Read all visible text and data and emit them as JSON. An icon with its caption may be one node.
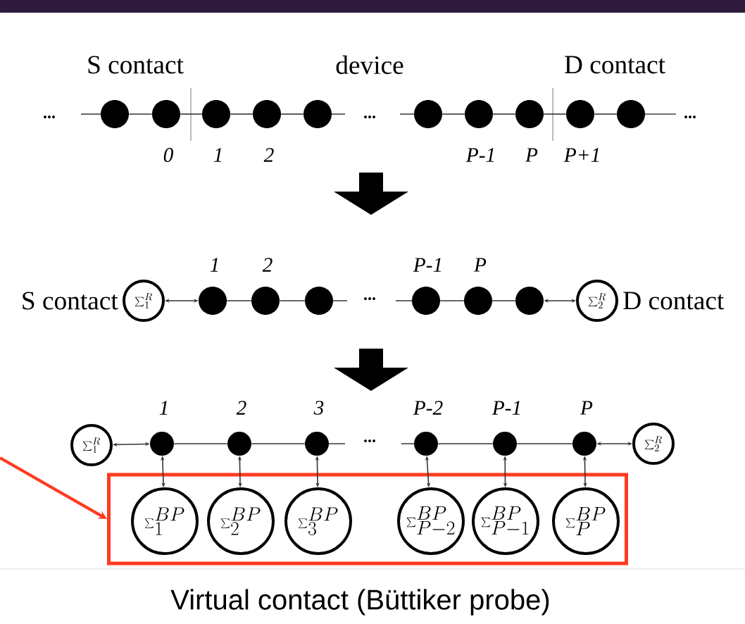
{
  "diagram": {
    "caption": "Virtual contact (Büttiker probe)",
    "nodes": [
      {
        "text": [],
        "shape": "circle"
      },
      {
        "text": [],
        "shape": "circle",
        "beside": [
          "0"
        ]
      },
      {
        "text": [],
        "shape": "circle",
        "beside": [
          "1"
        ]
      },
      {
        "text": [],
        "shape": "circle",
        "beside": [
          "2"
        ]
      },
      {
        "text": [],
        "shape": "circle"
      },
      {
        "text": [],
        "shape": "circle"
      },
      {
        "text": [],
        "shape": "circle",
        "beside": [
          "P-1"
        ]
      },
      {
        "text": [],
        "shape": "circle",
        "beside": [
          "P"
        ]
      },
      {
        "text": [],
        "shape": "circle",
        "beside": [
          "P+1"
        ]
      },
      {
        "text": [],
        "shape": "circle"
      },
      {
        "text": [
          "\\sum_{1}^{R}"
        ],
        "beside": [
          "S contact"
        ]
      },
      {
        "text": [],
        "shape": "circle",
        "beside": [
          "1"
        ]
      },
      {
        "text": [],
        "shape": "circle",
        "beside": [
          "2"
        ]
      },
      {
        "text": [],
        "shape": "circle"
      },
      {
        "text": [],
        "shape": "circle",
        "beside": [
          "P-1"
        ]
      },
      {
        "text": [],
        "shape": "circle",
        "beside": [
          "P"
        ]
      },
      {
        "text": [],
        "shape": "circle"
      },
      {
        "text": [
          "\\sum_{2}^{R}"
        ],
        "beside": [
          "D contact"
        ]
      },
      {
        "text": [
          "\\sum_{1}^{R}"
        ]
      },
      {
        "text": [],
        "shape": "circle",
        "beside": [
          "1"
        ]
      },
      {
        "text": [],
        "shape": "circle",
        "beside": [
          "2"
        ]
      },
      {
        "text": [],
        "shape": "circle",
        "beside": [
          "3"
        ]
      },
      {
        "text": [],
        "shape": "circle",
        "beside": [
          "P-2"
        ]
      },
      {
        "text": [],
        "shape": "circle",
        "beside": [
          "P-1"
        ]
      },
      {
        "text": [],
        "shape": "circle",
        "beside": [
          "P"
        ]
      },
      {
        "text": [
          "\\sum_{2}^{R}"
        ]
      },
      {
        "text": [],
        "shape": "box"
      },
      {
        "text": [
          "\\sum_{1}^{BP}"
        ],
        "in": 26
      },
      {
        "text": [
          "\\sum_{2}^{BP}"
        ],
        "in": 26
      },
      {
        "text": [
          "\\sum_{3}^{BP}"
        ],
        "in": 26
      },
      {
        "text": [
          "\\sum_{P-2}^{BP}"
        ],
        "in": 26
      },
      {
        "text": [
          "\\sum_{P-1}^{BP}"
        ],
        "in": 26
      },
      {
        "text": [
          "\\sum_{P}^{BP}"
        ],
        "in": 26
      }
    ],
    "edges": [
      {
        "from": 0,
        "to": 1,
        "arrow": "none"
      },
      {
        "from": 1,
        "to": 2,
        "arrow": "none"
      },
      {
        "from": 2,
        "to": 3,
        "arrow": "none"
      },
      {
        "from": 3,
        "to": 4,
        "arrow": "none"
      },
      {
        "from": 5,
        "to": 6,
        "arrow": "none"
      },
      {
        "from": 6,
        "to": 7,
        "arrow": "none"
      },
      {
        "from": 7,
        "to": 8,
        "arrow": "none"
      },
      {
        "from": 8,
        "to": 9,
        "arrow": "none"
      },
      {
        "from": 10,
        "to": 11,
        "arrow": "both"
      },
      {
        "from": 11,
        "to": 12,
        "arrow": "none"
      },
      {
        "from": 12,
        "to": 13,
        "arrow": "none"
      },
      {
        "from": 14,
        "to": 15,
        "arrow": "none"
      },
      {
        "from": 15,
        "to": 16,
        "arrow": "none"
      },
      {
        "from": 16,
        "to": 17,
        "arrow": "both"
      },
      {
        "from": 18,
        "to": 19,
        "arrow": "both"
      },
      {
        "from": 19,
        "to": 20,
        "arrow": "none"
      },
      {
        "from": 20,
        "to": 21,
        "arrow": "none"
      },
      {
        "from": 22,
        "to": 23,
        "arrow": "none"
      },
      {
        "from": 23,
        "to": 24,
        "arrow": "none"
      },
      {
        "from": 24,
        "to": 25,
        "arrow": "both"
      },
      {
        "from": 19,
        "to": 27,
        "arrow": "both"
      },
      {
        "from": 20,
        "to": 28,
        "arrow": "both"
      },
      {
        "from": 21,
        "to": 29,
        "arrow": "both"
      },
      {
        "from": 22,
        "to": 30,
        "arrow": "both"
      },
      {
        "from": 23,
        "to": 31,
        "arrow": "both"
      },
      {
        "from": 24,
        "to": 32,
        "arrow": "both"
      },
      {
        "from": null,
        "to": 26,
        "arrow": "to",
        "style": "thick",
        "color": "#ff3b1f"
      }
    ],
    "labels": [
      "S contact",
      "device",
      "D contact",
      "...",
      "...",
      "...",
      "...",
      "..."
    ]
  }
}
